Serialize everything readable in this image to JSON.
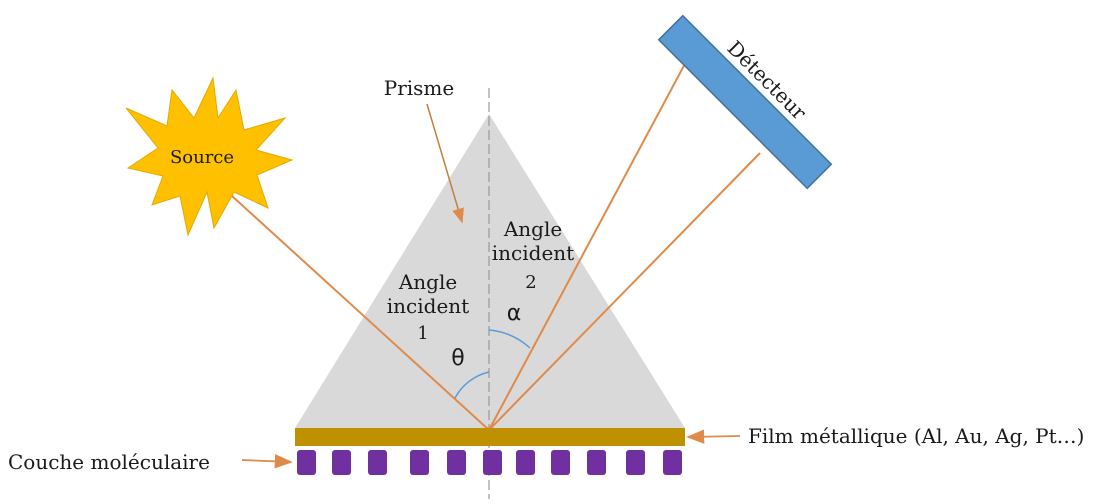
{
  "diagram": {
    "labels": {
      "prism": "Prisme",
      "source": "Source",
      "detector": "Détecteur",
      "angle1_line1": "Angle",
      "angle1_line2": "incident",
      "angle1_line3": "1",
      "angle2_line1": "Angle",
      "angle2_line2": "incident",
      "angle2_line3": "2",
      "theta": "θ",
      "alpha": "α",
      "metal_film": "Film métallique (Al, Au, Ag, Pt…)",
      "molecular_layer": "Couche moléculaire"
    },
    "colors": {
      "prism_fill": "#d9d9d9",
      "ray": "#e08a4a",
      "source_fill": "#ffc000",
      "detector_fill": "#5b9bd5",
      "detector_stroke": "#41719c",
      "metal_film": "#bf9000",
      "molecule": "#7030a0",
      "angle_arc": "#5b9bd5",
      "arrow": "#c08040",
      "normal_line": "#888888"
    },
    "molecule_count": 11
  }
}
